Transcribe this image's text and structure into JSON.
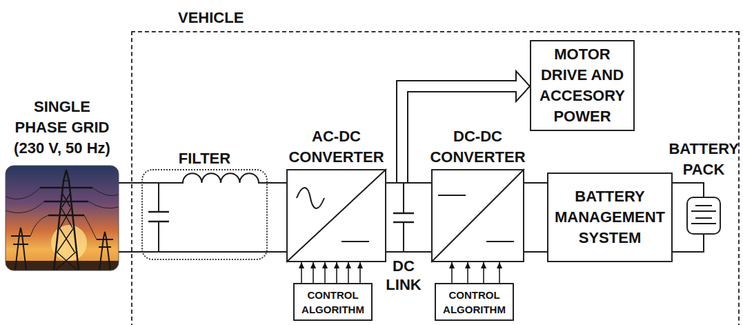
{
  "diagram": {
    "nodes": [
      {
        "text": [
          "SINGLE PHASE GRID (230 V, 50 Hz)"
        ]
      },
      {
        "text": [
          "VEHICLE"
        ]
      },
      {
        "text": [
          "FILTER"
        ],
        "in": 1
      },
      {
        "text": [
          "AC-DC CONVERTER"
        ],
        "in": 1
      },
      {
        "text": [
          "CONTROL ALGORITHM"
        ],
        "in": 1
      },
      {
        "text": [
          "MOTOR DRIVE AND ACCESORY POWER"
        ],
        "in": 1
      },
      {
        "text": [
          "DC-DC CONVERTER"
        ],
        "in": 1
      },
      {
        "text": [
          "CONTROL ALGORITHM"
        ],
        "in": 1
      },
      {
        "text": [
          "BATTERY MANAGEMENT SYSTEM"
        ],
        "in": 1
      },
      {
        "text": [
          "BATTERY PACK"
        ],
        "in": 1
      }
    ],
    "edges": [
      {
        "from": 0,
        "to": 2,
        "arrow": "none"
      },
      {
        "from": 2,
        "to": 3,
        "arrow": "none"
      },
      {
        "from": 4,
        "to": 3,
        "arrow": "to"
      },
      {
        "from": 3,
        "to": 5,
        "arrow": "to"
      },
      {
        "from": 3,
        "to": 6,
        "arrow": "none"
      },
      {
        "from": 7,
        "to": 6,
        "arrow": "to"
      },
      {
        "from": 6,
        "to": 8,
        "arrow": "none"
      },
      {
        "from": 8,
        "to": 9,
        "arrow": "none"
      }
    ],
    "labels": [
      "DC LINK"
    ]
  }
}
